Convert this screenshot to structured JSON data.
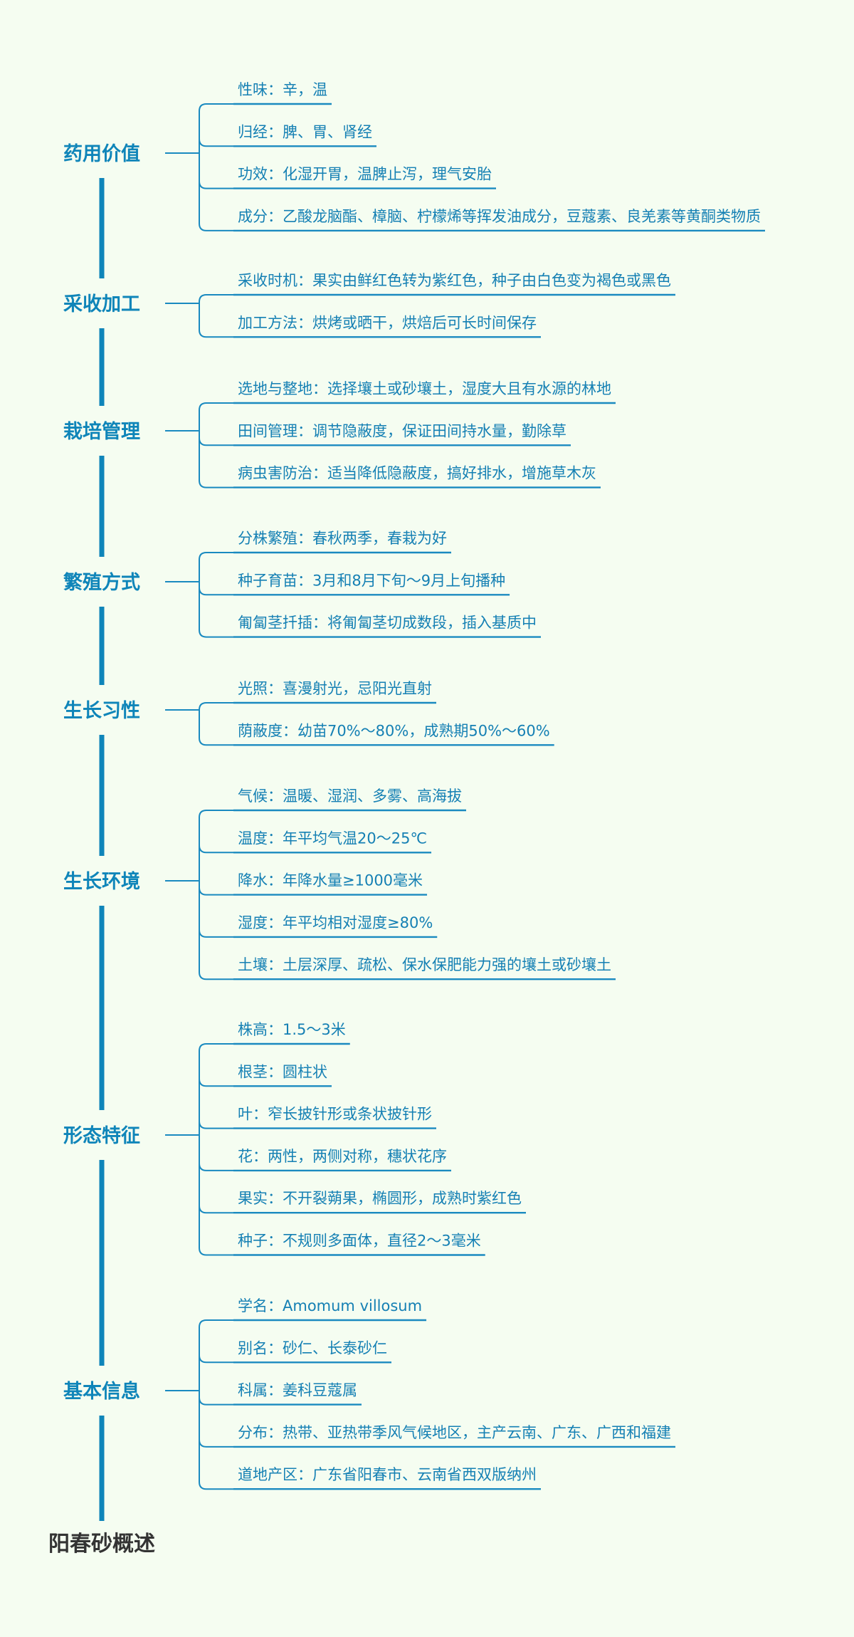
{
  "root": "阳春砂概述",
  "branches": [
    {
      "label": "药用价值",
      "items": [
        "性味：辛，温",
        "归经：脾、胃、肾经",
        "功效：化湿开胃，温脾止泻，理气安胎",
        "成分：乙酸龙脑酯、樟脑、柠檬烯等挥发油成分，豆蔻素、良羌素等黄酮类物质"
      ]
    },
    {
      "label": "采收加工",
      "items": [
        "采收时机：果实由鲜红色转为紫红色，种子由白色变为褐色或黑色",
        "加工方法：烘烤或晒干，烘焙后可长时间保存"
      ]
    },
    {
      "label": "栽培管理",
      "items": [
        "选地与整地：选择壤土或砂壤土，湿度大且有水源的林地",
        "田间管理：调节隐蔽度，保证田间持水量，勤除草",
        "病虫害防治：适当降低隐蔽度，搞好排水，增施草木灰"
      ]
    },
    {
      "label": "繁殖方式",
      "items": [
        "分株繁殖：春秋两季，春栽为好",
        "种子育苗：3月和8月下旬～9月上旬播种",
        "匍匐茎扦插：将匍匐茎切成数段，插入基质中"
      ]
    },
    {
      "label": "生长习性",
      "items": [
        "光照：喜漫射光，忌阳光直射",
        "荫蔽度：幼苗70%～80%，成熟期50%～60%"
      ]
    },
    {
      "label": "生长环境",
      "items": [
        "气候：温暖、湿润、多雾、高海拔",
        "温度：年平均气温20～25℃",
        "降水：年降水量≥1000毫米",
        "湿度：年平均相对湿度≥80%",
        "土壤：土层深厚、疏松、保水保肥能力强的壤土或砂壤土"
      ]
    },
    {
      "label": "形态特征",
      "items": [
        "株高：1.5～3米",
        "根茎：圆柱状",
        "叶：窄长披针形或条状披针形",
        "花：两性，两侧对称，穗状花序",
        "果实：不开裂蒴果，椭圆形，成熟时紫红色",
        "种子：不规则多面体，直径2～3毫米"
      ]
    },
    {
      "label": "基本信息",
      "items": [
        "学名：Amomum villosum",
        "别名：砂仁、长泰砂仁",
        "科属：姜科豆蔻属",
        "分布：热带、亚热带季风气候地区，主产云南、广东、广西和福建",
        "道地产区：广东省阳春市、云南省西双版纳州"
      ]
    }
  ],
  "colors": {
    "background": "#f5fdf1",
    "accent": "#0f85b9",
    "item_text": "#1580b4",
    "root_text": "#333333"
  }
}
